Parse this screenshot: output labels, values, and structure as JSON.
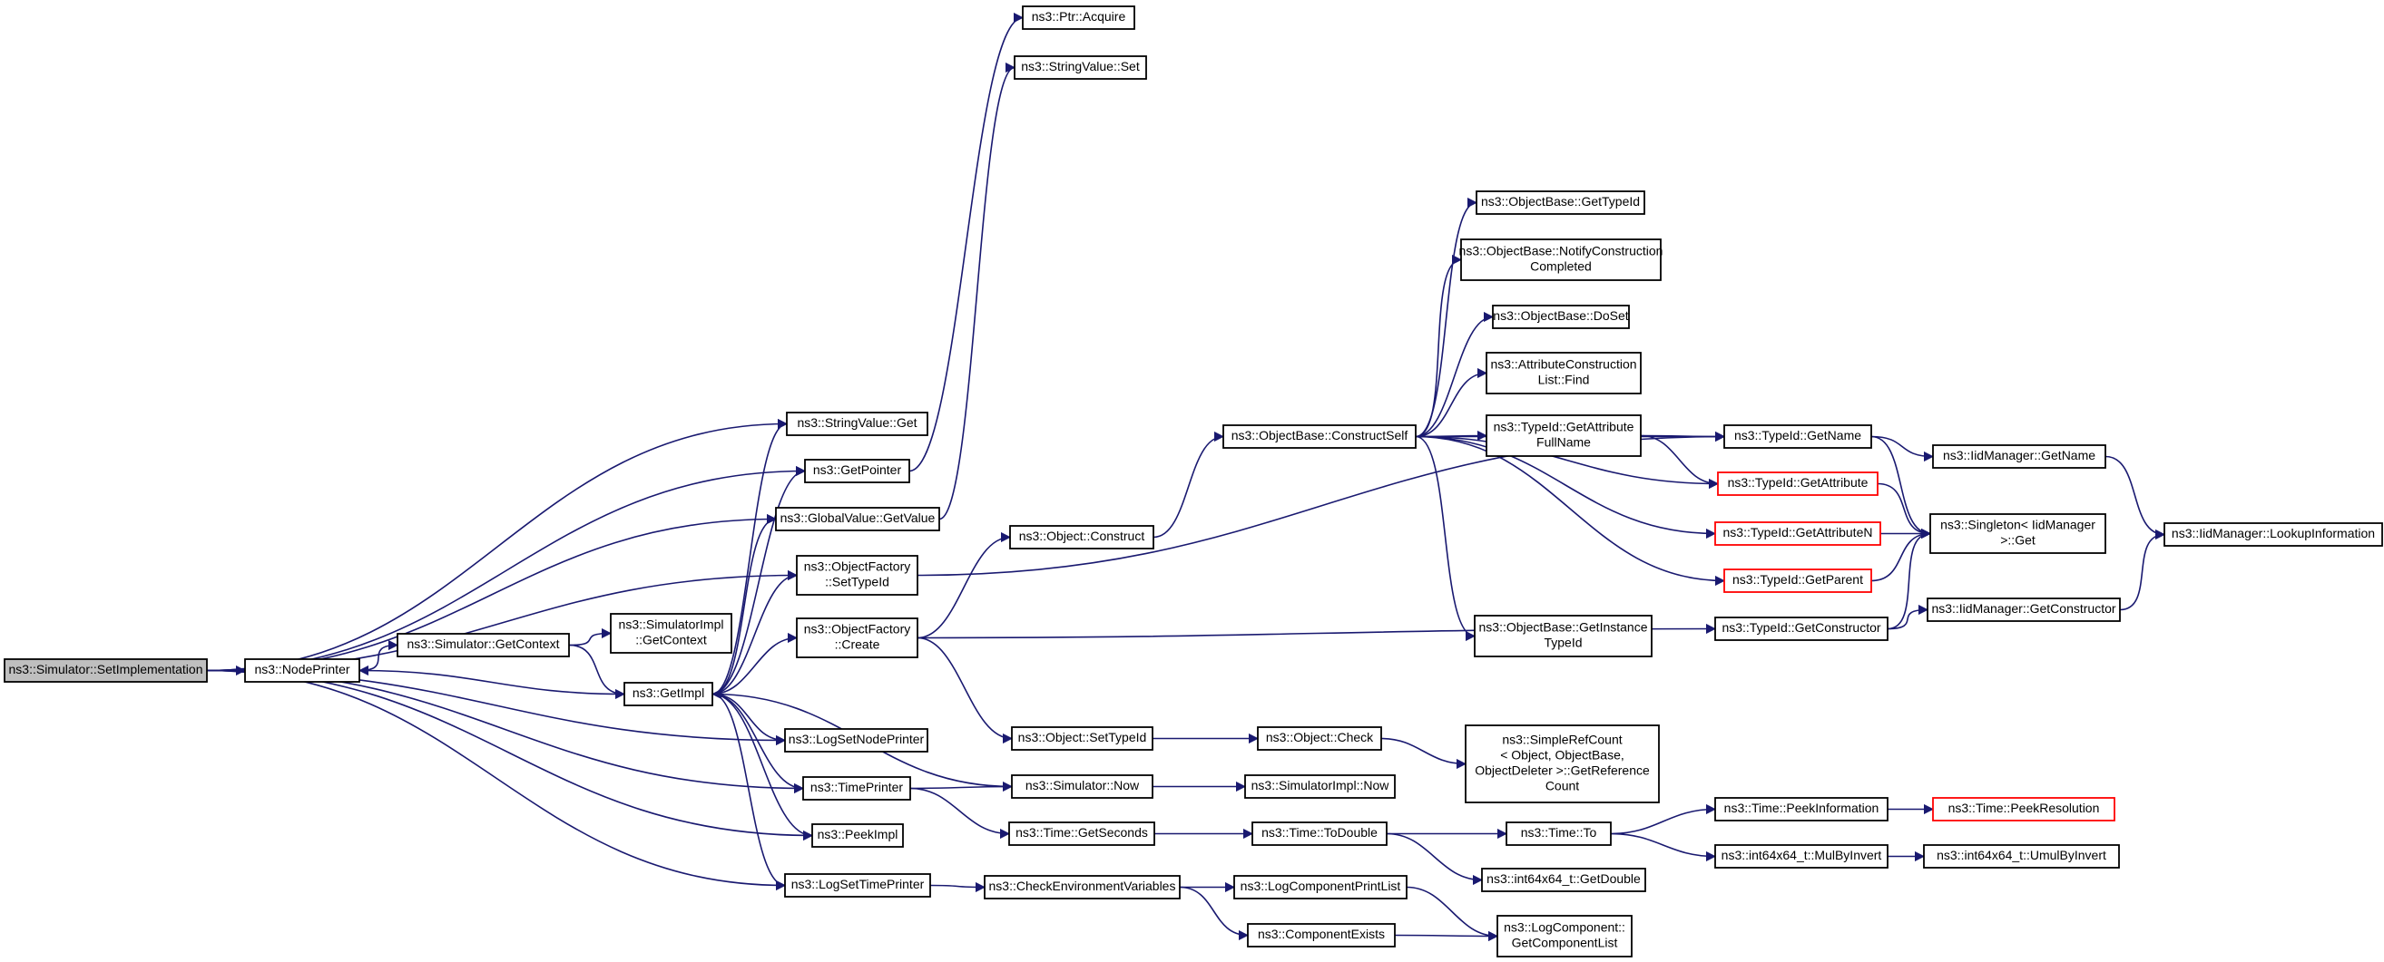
{
  "colors": {
    "edge": "#191970",
    "truncated_border": "#ff0000",
    "root_fill": "#bfbfbf"
  },
  "nodes": {
    "set_impl": [
      "ns3::Simulator::SetImplementation"
    ],
    "node_printer": [
      "ns3::NodePrinter"
    ],
    "sim_get_context": [
      "ns3::Simulator::GetContext"
    ],
    "simimpl_get_context": [
      "ns3::SimulatorImpl",
      "::GetContext"
    ],
    "get_impl": [
      "ns3::GetImpl"
    ],
    "stringvalue_get": [
      "ns3::StringValue::Get"
    ],
    "get_pointer": [
      "ns3::GetPointer"
    ],
    "globalvalue_get": [
      "ns3::GlobalValue::GetValue"
    ],
    "of_settypeid": [
      "ns3::ObjectFactory",
      "::SetTypeId"
    ],
    "of_create": [
      "ns3::ObjectFactory",
      "::Create"
    ],
    "log_set_node_printer": [
      "ns3::LogSetNodePrinter"
    ],
    "time_printer": [
      "ns3::TimePrinter"
    ],
    "peek_impl": [
      "ns3::PeekImpl"
    ],
    "log_set_time_printer": [
      "ns3::LogSetTimePrinter"
    ],
    "ptr_acquire": [
      "ns3::Ptr::Acquire"
    ],
    "stringvalue_set": [
      "ns3::StringValue::Set"
    ],
    "object_construct": [
      "ns3::Object::Construct"
    ],
    "object_set_typeid": [
      "ns3::Object::SetTypeId"
    ],
    "simulator_now": [
      "ns3::Simulator::Now"
    ],
    "time_get_seconds": [
      "ns3::Time::GetSeconds"
    ],
    "check_env": [
      "ns3::CheckEnvironmentVariables"
    ],
    "ob_construct_self": [
      "ns3::ObjectBase::ConstructSelf"
    ],
    "object_check": [
      "ns3::Object::Check"
    ],
    "simimpl_now": [
      "ns3::SimulatorImpl::Now"
    ],
    "time_to_double": [
      "ns3::Time::ToDouble"
    ],
    "log_comp_print_list": [
      "ns3::LogComponentPrintList"
    ],
    "component_exists": [
      "ns3::ComponentExists"
    ],
    "ob_get_typeid": [
      "ns3::ObjectBase::GetTypeId"
    ],
    "ob_notify": [
      "ns3::ObjectBase::NotifyConstruction",
      "Completed"
    ],
    "ob_doset": [
      "ns3::ObjectBase::DoSet"
    ],
    "acl_find": [
      "ns3::AttributeConstruction",
      "List::Find"
    ],
    "tid_get_attr_fullname": [
      "ns3::TypeId::GetAttribute",
      "FullName"
    ],
    "ob_get_instance_typeid": [
      "ns3::ObjectBase::GetInstance",
      "TypeId"
    ],
    "simple_ref_count": [
      "ns3::SimpleRefCount",
      "< Object, ObjectBase,",
      "ObjectDeleter >::GetReference",
      "Count"
    ],
    "time_to": [
      "ns3::Time::To"
    ],
    "int64_get_double": [
      "ns3::int64x64_t::GetDouble"
    ],
    "log_comp_get_list": [
      "ns3::LogComponent::",
      "GetComponentList"
    ],
    "tid_get_name": [
      "ns3::TypeId::GetName"
    ],
    "tid_get_attribute": [
      "ns3::TypeId::GetAttribute"
    ],
    "tid_get_attribute_n": [
      "ns3::TypeId::GetAttributeN"
    ],
    "tid_get_parent": [
      "ns3::TypeId::GetParent"
    ],
    "tid_get_constructor": [
      "ns3::TypeId::GetConstructor"
    ],
    "time_peek_info": [
      "ns3::Time::PeekInformation"
    ],
    "int64_mul_by_invert": [
      "ns3::int64x64_t::MulByInvert"
    ],
    "iid_get_name": [
      "ns3::IidManager::GetName"
    ],
    "singleton_get": [
      "ns3::Singleton< IidManager",
      ">::Get"
    ],
    "iid_get_constructor": [
      "ns3::IidManager::GetConstructor"
    ],
    "time_peek_resolution": [
      "ns3::Time::PeekResolution"
    ],
    "int64_umul_by_invert": [
      "ns3::int64x64_t::UmulByInvert"
    ],
    "iid_lookup_info": [
      "ns3::IidManager::LookupInformation"
    ]
  }
}
